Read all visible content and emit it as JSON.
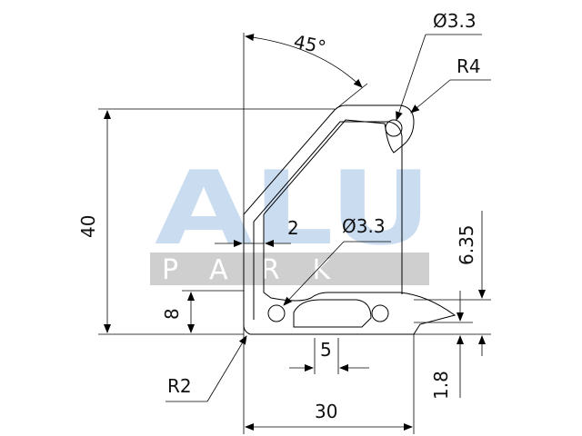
{
  "watermark": {
    "brand_top": "ALU",
    "brand_bottom": "PARK",
    "colors": {
      "light_blue": "#c9dcf0",
      "band_grey": "#cfcfcf"
    }
  },
  "dimensions": {
    "angle": "45°",
    "top_hole_diameter": "Ø3.3",
    "top_radius": "R4",
    "height_total": "40",
    "wall_thickness": "2",
    "inner_hole_diameter": "Ø3.3",
    "slot_offset": "6.35",
    "base_height": "8",
    "slot_width": "5",
    "corner_radius": "R2",
    "lip_height": "1.8",
    "width_total": "30"
  }
}
